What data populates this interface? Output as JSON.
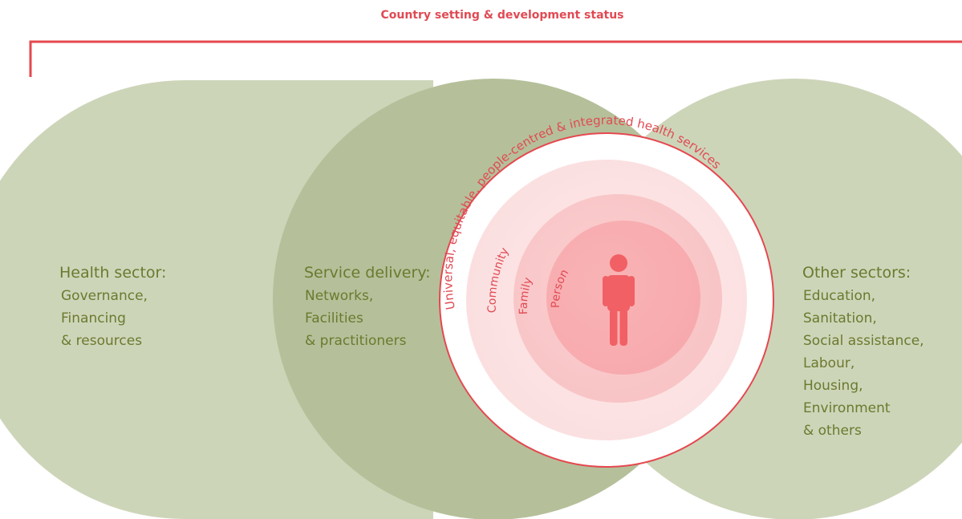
{
  "header": {
    "context_label": "Country setting & development status"
  },
  "health_sector": {
    "title": "Health sector:",
    "lines": [
      "Governance,",
      "Financing",
      "& resources"
    ]
  },
  "service_delivery": {
    "title": "Service delivery:",
    "lines": [
      "Networks,",
      "Facilities",
      "& practitioners"
    ]
  },
  "other_sectors": {
    "title": "Other sectors:",
    "lines": [
      "Education,",
      "Sanitation,",
      "Social assistance,",
      "Labour,",
      "Housing,",
      "Environment",
      "& others"
    ]
  },
  "core": {
    "outer_ring_label": "Universal, equitable, people-centred & integrated health services",
    "community_label": "Community",
    "family_label": "Family",
    "person_label": "Person",
    "center_icon": "person-icon"
  },
  "colors": {
    "accent_red": "#e5484f",
    "text_red": "#e04a53",
    "olive_text": "#6b7a2e",
    "sage_light": "#cdd5b9",
    "sage_mid": "#b5c09a",
    "sage_dark": "#a3b080",
    "figure_red": "#f06064"
  }
}
